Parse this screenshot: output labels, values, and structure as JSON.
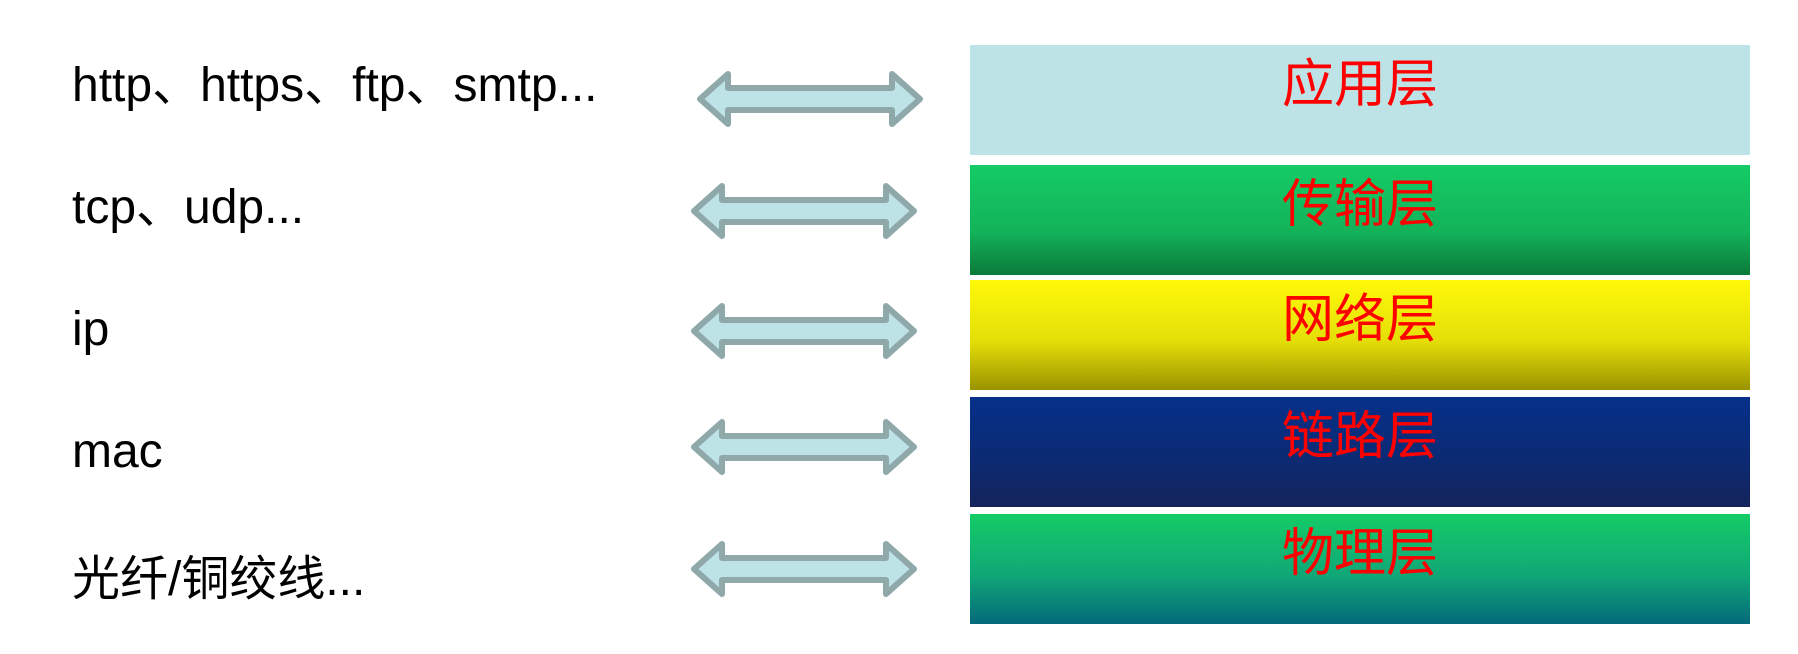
{
  "layers": [
    {
      "protocol": "http、https、ftp、smtp...",
      "name": "应用层"
    },
    {
      "protocol": "tcp、udp...",
      "name": "传输层"
    },
    {
      "protocol": "ip",
      "name": "网络层"
    },
    {
      "protocol": "mac",
      "name": "链路层"
    },
    {
      "protocol": "光纤/铜绞线...",
      "name": "物理层"
    }
  ],
  "colors": {
    "label": "#ff0000",
    "arrow_fill": "#bde3e7",
    "arrow_stroke": "#8fa9ab"
  }
}
